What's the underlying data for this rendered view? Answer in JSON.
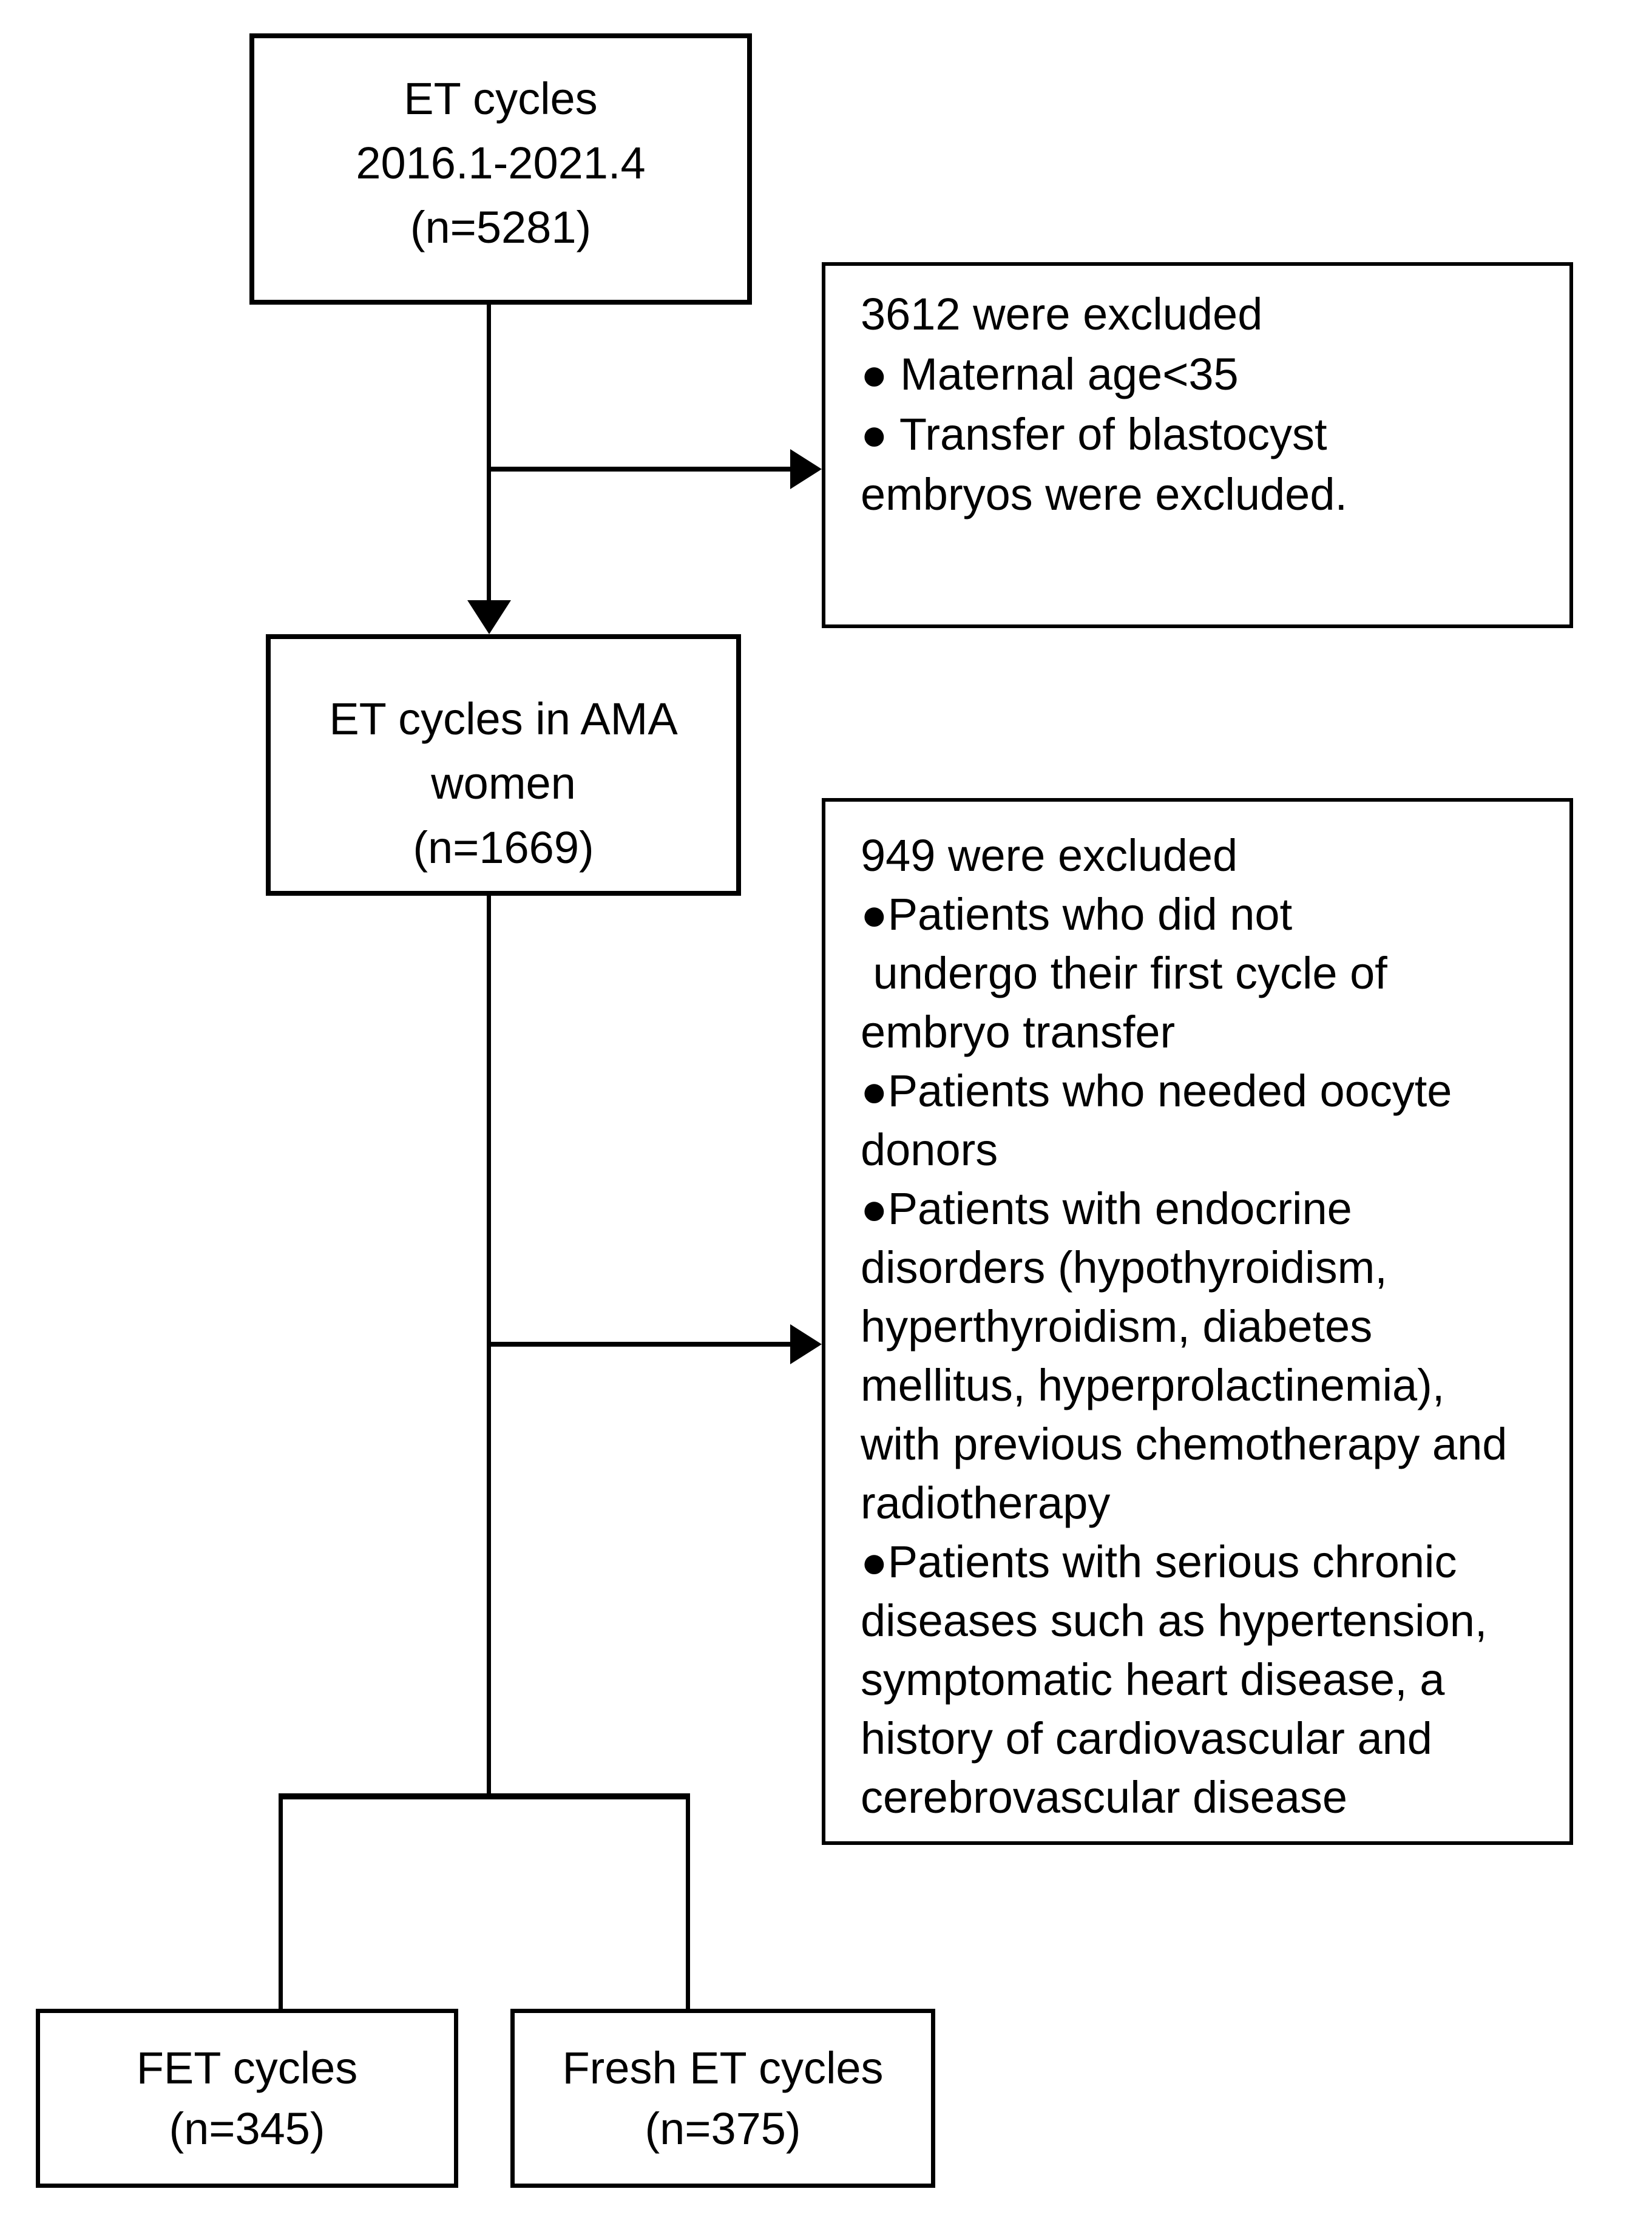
{
  "colors": {
    "line": "#000000",
    "background": "#ffffff",
    "text": "#000000"
  },
  "diagram": {
    "title": "Embryo transfer cycles selection flowchart",
    "boxes": {
      "enrollment": {
        "lines": [
          "ET cycles",
          "2016.1-2021.4",
          "(n=5281)"
        ]
      },
      "exclusion1": {
        "lines": [
          "3612 were excluded",
          "● Maternal age<35",
          "● Transfer of blastocyst",
          "embryos were excluded."
        ]
      },
      "ama": {
        "lines": [
          "ET cycles in AMA",
          "women",
          "(n=1669)"
        ]
      },
      "exclusion2": {
        "lines": [
          "949 were excluded",
          "●Patients who did not",
          " undergo their first cycle of",
          "embryo transfer",
          "●Patients who needed oocyte",
          "donors",
          "●Patients with endocrine",
          "disorders (hypothyroidism,",
          "hyperthyroidism, diabetes",
          "mellitus, hyperprolactinemia),",
          "with previous chemotherapy and",
          "radiotherapy",
          "●Patients with serious chronic",
          "diseases such as hypertension,",
          "symptomatic heart disease, a",
          "history of cardiovascular and",
          "cerebrovascular disease"
        ]
      },
      "fet": {
        "lines": [
          "FET cycles",
          "(n=345)"
        ]
      },
      "fresh": {
        "lines": [
          "Fresh ET cycles",
          "(n=375)"
        ]
      }
    }
  }
}
